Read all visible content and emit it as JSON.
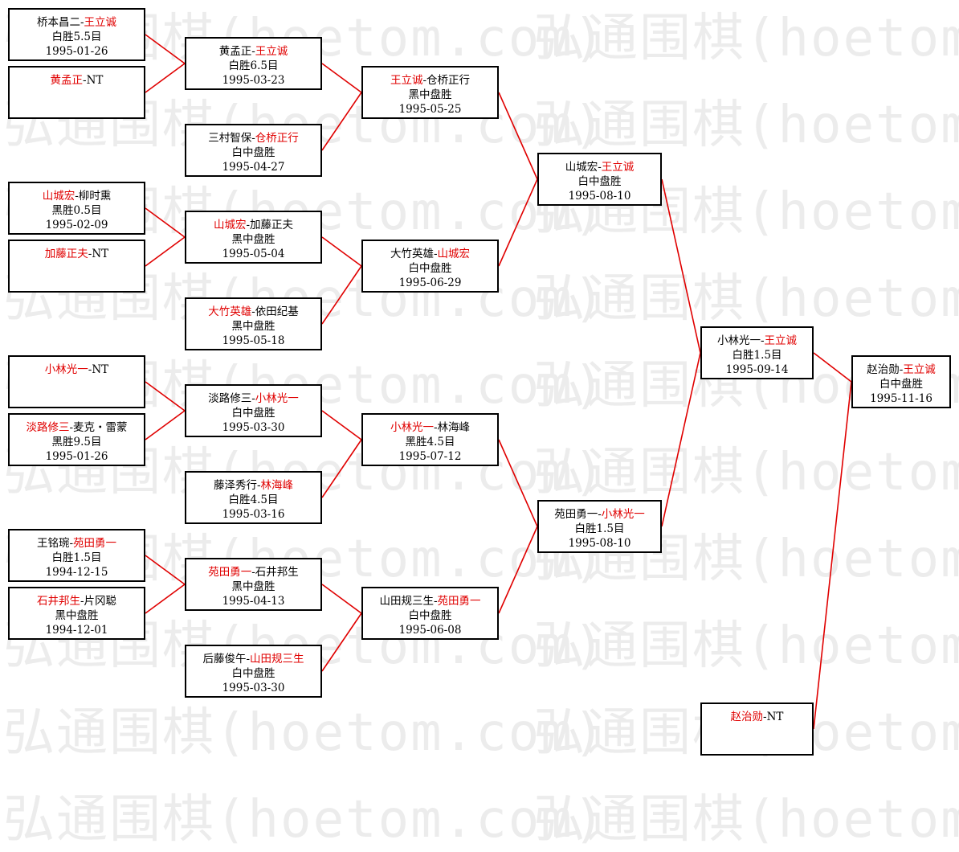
{
  "watermark": "弘通围棋(hoetom.com)",
  "colors": {
    "winner": "#e00000",
    "line": "#e00000",
    "border": "#000000"
  },
  "matches": [
    {
      "id": "r1a",
      "p1": "桥本昌二",
      "p2": "王立诚",
      "winner": 2,
      "result": "白胜5.5目",
      "date": "1995-01-26"
    },
    {
      "id": "r1b",
      "p1": "黄孟正",
      "p2": "NT",
      "winner": 1,
      "result": "",
      "date": ""
    },
    {
      "id": "r1c",
      "p1": "山城宏",
      "p2": "柳时熏",
      "winner": 1,
      "result": "黑胜0.5目",
      "date": "1995-02-09"
    },
    {
      "id": "r1d",
      "p1": "加藤正夫",
      "p2": "NT",
      "winner": 1,
      "result": "",
      "date": ""
    },
    {
      "id": "r1e",
      "p1": "小林光一",
      "p2": "NT",
      "winner": 1,
      "result": "",
      "date": ""
    },
    {
      "id": "r1f",
      "p1": "淡路修三",
      "p2": "麦克・雷蒙",
      "winner": 1,
      "result": "黑胜9.5目",
      "date": "1995-01-26"
    },
    {
      "id": "r1g",
      "p1": "王铭琬",
      "p2": "苑田勇一",
      "winner": 2,
      "result": "白胜1.5目",
      "date": "1994-12-15"
    },
    {
      "id": "r1h",
      "p1": "石井邦生",
      "p2": "片冈聪",
      "winner": 1,
      "result": "黑中盘胜",
      "date": "1994-12-01"
    },
    {
      "id": "r2a",
      "p1": "黄孟正",
      "p2": "王立诚",
      "winner": 2,
      "result": "白胜6.5目",
      "date": "1995-03-23"
    },
    {
      "id": "r2b",
      "p1": "三村智保",
      "p2": "仓桥正行",
      "winner": 2,
      "result": "白中盘胜",
      "date": "1995-04-27"
    },
    {
      "id": "r2c",
      "p1": "山城宏",
      "p2": "加藤正夫",
      "winner": 1,
      "result": "黑中盘胜",
      "date": "1995-05-04"
    },
    {
      "id": "r2d",
      "p1": "大竹英雄",
      "p2": "依田纪基",
      "winner": 1,
      "result": "黑中盘胜",
      "date": "1995-05-18"
    },
    {
      "id": "r2e",
      "p1": "淡路修三",
      "p2": "小林光一",
      "winner": 2,
      "result": "白中盘胜",
      "date": "1995-03-30"
    },
    {
      "id": "r2f",
      "p1": "藤泽秀行",
      "p2": "林海峰",
      "winner": 2,
      "result": "白胜4.5目",
      "date": "1995-03-16"
    },
    {
      "id": "r2g",
      "p1": "苑田勇一",
      "p2": "石井邦生",
      "winner": 1,
      "result": "黑中盘胜",
      "date": "1995-04-13"
    },
    {
      "id": "r2h",
      "p1": "后藤俊午",
      "p2": "山田规三生",
      "winner": 2,
      "result": "白中盘胜",
      "date": "1995-03-30"
    },
    {
      "id": "r3a",
      "p1": "王立诚",
      "p2": "仓桥正行",
      "winner": 1,
      "result": "黑中盘胜",
      "date": "1995-05-25"
    },
    {
      "id": "r3b",
      "p1": "大竹英雄",
      "p2": "山城宏",
      "winner": 2,
      "result": "白中盘胜",
      "date": "1995-06-29"
    },
    {
      "id": "r3c",
      "p1": "小林光一",
      "p2": "林海峰",
      "winner": 1,
      "result": "黑胜4.5目",
      "date": "1995-07-12"
    },
    {
      "id": "r3d",
      "p1": "山田规三生",
      "p2": "苑田勇一",
      "winner": 2,
      "result": "白中盘胜",
      "date": "1995-06-08"
    },
    {
      "id": "r4a",
      "p1": "山城宏",
      "p2": "王立诚",
      "winner": 2,
      "result": "白中盘胜",
      "date": "1995-08-10"
    },
    {
      "id": "r4b",
      "p1": "苑田勇一",
      "p2": "小林光一",
      "winner": 2,
      "result": "白胜1.5目",
      "date": "1995-08-10"
    },
    {
      "id": "r5a",
      "p1": "小林光一",
      "p2": "王立诚",
      "winner": 2,
      "result": "白胜1.5目",
      "date": "1995-09-14"
    },
    {
      "id": "r6a",
      "p1": "赵治勋",
      "p2": "王立诚",
      "winner": 2,
      "result": "白中盘胜",
      "date": "1995-11-16"
    },
    {
      "id": "r6b",
      "p1": "赵治勋",
      "p2": "NT",
      "winner": 1,
      "result": "",
      "date": ""
    }
  ]
}
